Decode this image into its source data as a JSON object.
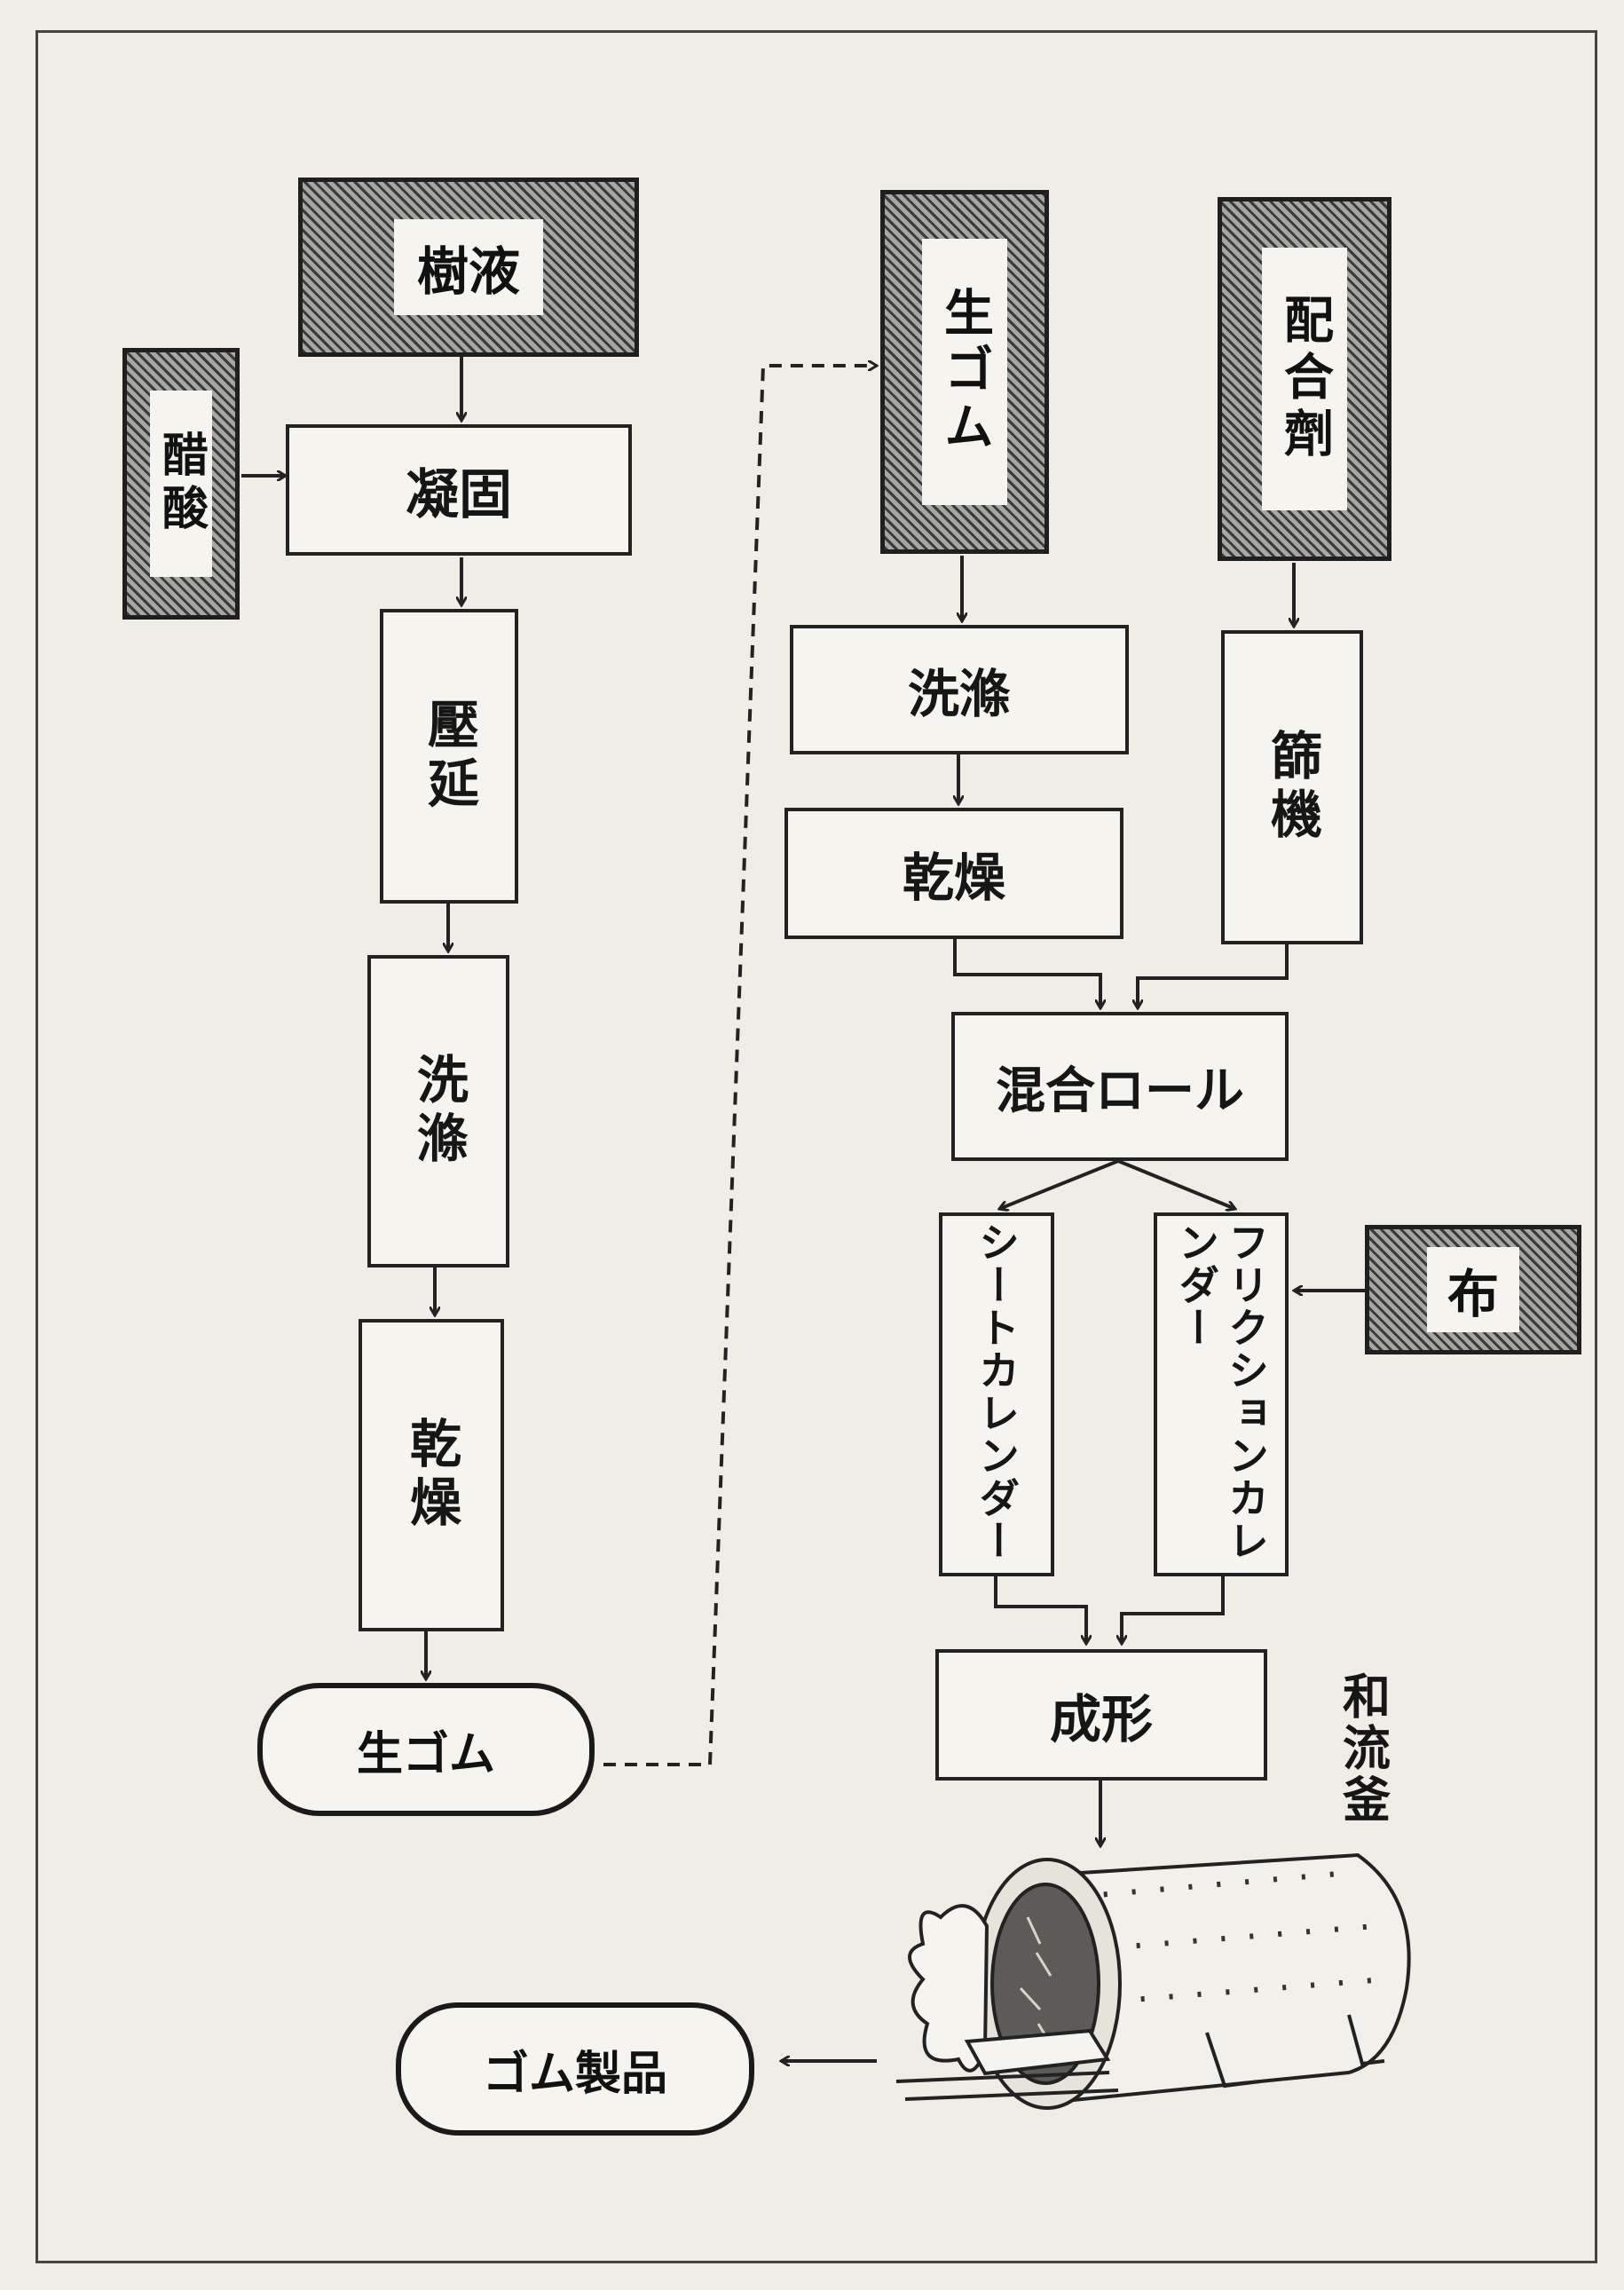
{
  "nodes": {
    "jueki": "樹液",
    "sakusan": "醋酸",
    "gyoko": "凝固",
    "atsuen": "壓延",
    "senjo_left": "洗滌",
    "kanso_left": "乾燥",
    "namagomu_oval": "生ゴム",
    "namagomu_source": "生ゴム",
    "haigozai": "配合劑",
    "senjo_right": "洗滌",
    "kanso_right": "乾燥",
    "furui": "篩機",
    "kongo_roll": "混合ロール",
    "sheet_calender": "シートカレンダー",
    "friction_calender": "フリクションカレンダー",
    "nuno": "布",
    "seikei": "成形",
    "vulcanizer_label": "和流釜",
    "gomu_seihin": "ゴム製品"
  },
  "colors": {
    "hatch_fill": "#8a8a86",
    "line": "#222222",
    "paper": "#efede6"
  }
}
